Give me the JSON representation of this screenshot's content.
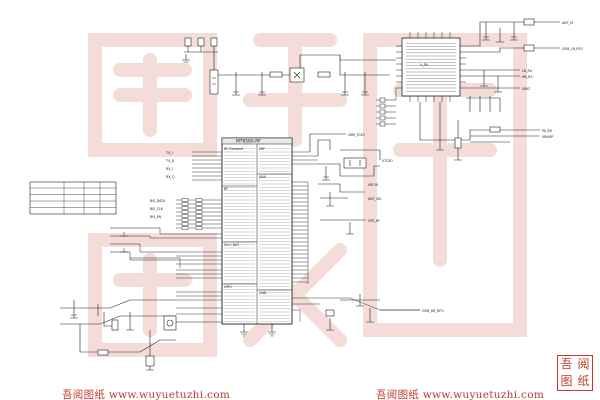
{
  "chip": {
    "name": "MT6580-RF",
    "section_rf_front_end": "RF Frontend",
    "section_rf": "RF",
    "section_ctrl": "Ctrl / DAT",
    "section_gpio": "GPIO",
    "section_vrf": "VRF",
    "section_ana": "ANA",
    "section_gnd": "GND"
  },
  "pa_module": {
    "label": "U_PA"
  },
  "net_labels": {
    "ant_main": "ANT_M",
    "lb_out": "GSM_LB_RFO",
    "hb_out": "GSM_HB_RFO",
    "lb_in": "LB_RX",
    "hb_in": "HB_RX",
    "vbat": "VBAT",
    "pa_en": "PA_EN",
    "vramp": "VRAMP",
    "bsi_data": "BSI_DATA",
    "bsi_clk": "BSI_CLK",
    "bsi_en": "BSI_EN",
    "tx_i": "TX_I",
    "tx_q": "TX_Q",
    "rx_i": "RX_I",
    "rx_q": "RX_Q",
    "tcxo": "26M_TCXO",
    "vrf18": "VRF18",
    "vtcxo": "VTCXO",
    "ant_sel": "ANT_SEL",
    "gps_rf": "GPS_RF"
  },
  "table": {
    "headers": [
      "",
      "",
      "",
      ""
    ],
    "rows": [
      [
        "",
        "",
        "",
        ""
      ],
      [
        "",
        "",
        "",
        ""
      ],
      [
        "",
        "",
        "",
        ""
      ],
      [
        "",
        "",
        "",
        ""
      ]
    ]
  },
  "watermark": {
    "left": "吾阅图纸 www.wuyuetuzhi.com",
    "right": "吾阅图纸 www.wuyuetuzhi.com",
    "stamp_chars": [
      "吾",
      "阅",
      "图",
      "纸"
    ]
  }
}
